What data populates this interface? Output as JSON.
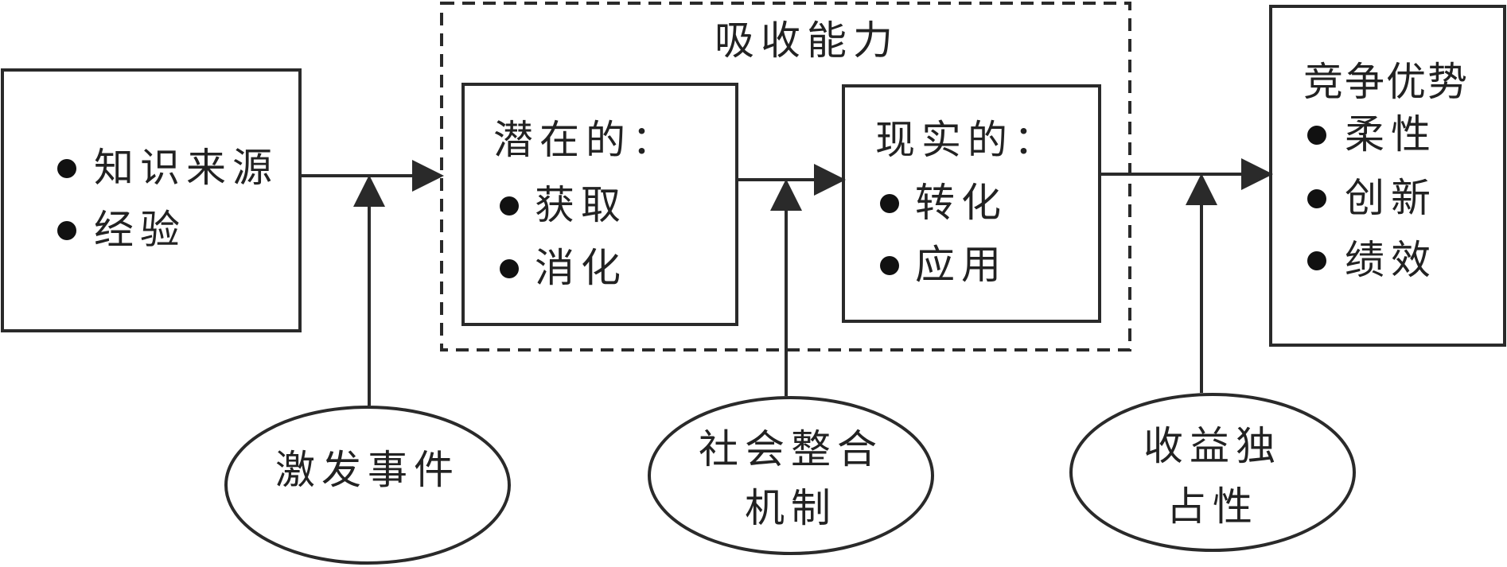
{
  "absorptive_capacity": {
    "title": "吸收能力"
  },
  "knowledge_source": {
    "items": [
      "知识来源",
      "经验"
    ]
  },
  "potential": {
    "heading": "潜在的：",
    "items": [
      "获取",
      "消化"
    ]
  },
  "realized": {
    "heading": "现实的：",
    "items": [
      "转化",
      "应用"
    ]
  },
  "competitive_advantage": {
    "heading": "竞争优势",
    "items": [
      "柔性",
      "创新",
      "绩效"
    ]
  },
  "activation_trigger": {
    "label": "激发事件"
  },
  "social_integration": {
    "line1": "社会整合",
    "line2": "机制"
  },
  "appropriability": {
    "line1": "收益独",
    "line2": "占性"
  }
}
